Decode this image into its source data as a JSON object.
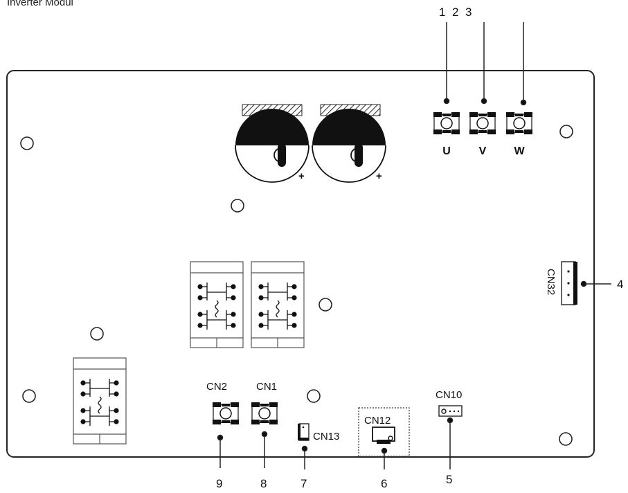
{
  "title": "Inverter Modul",
  "phases": [
    "U",
    "V",
    "W"
  ],
  "callouts": {
    "top": [
      "1",
      "2",
      "3"
    ],
    "c4": "4",
    "c5": "5",
    "c6": "6",
    "c7": "7",
    "c8": "8",
    "c9": "9"
  },
  "connectors": {
    "cn1": "CN1",
    "cn2": "CN2",
    "cn10": "CN10",
    "cn12": "CN12",
    "cn13": "CN13",
    "cn32": "CN32"
  },
  "capacitor_polarity": "+"
}
